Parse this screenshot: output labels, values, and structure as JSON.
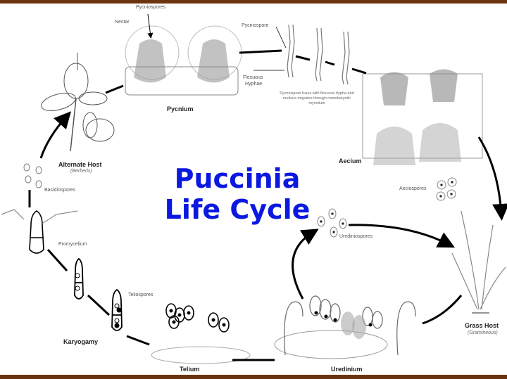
{
  "title": {
    "line1": "Puccinia",
    "line2": "Life Cycle",
    "color": "#0a18e0"
  },
  "frame": {
    "bar_color": "#6b3410"
  },
  "stages": {
    "pycnium": {
      "label": "Pycnium",
      "annotations": {
        "pycniospores": "Pycniospores",
        "nectar": "Nectar",
        "pycniospore": "Pycniospore",
        "flexuous_hyphae_line1": "Flexuous",
        "flexuous_hyphae_line2": "Hyphae"
      },
      "note": "Pycniospore fuses with flexuous hypha and nucleus migrates through monokaryotic mycelium"
    },
    "aecium": {
      "label": "Aecium",
      "spores_label": "Aeciospores"
    },
    "grass_host": {
      "label": "Grass Host",
      "sublabel": "(Gramineous)"
    },
    "uredinium": {
      "label": "Uredinium",
      "spores_label": "Urediniospores"
    },
    "telium": {
      "label": "Telium",
      "spores_label": "Teliospores"
    },
    "karyogamy": {
      "label": "Karyogamy"
    },
    "promycelium": {
      "label": "Promycelium"
    },
    "basidiospores": {
      "label": "Basidiospores"
    },
    "alternate_host": {
      "label": "Alternate Host",
      "sublabel": "(Berberis)"
    }
  }
}
